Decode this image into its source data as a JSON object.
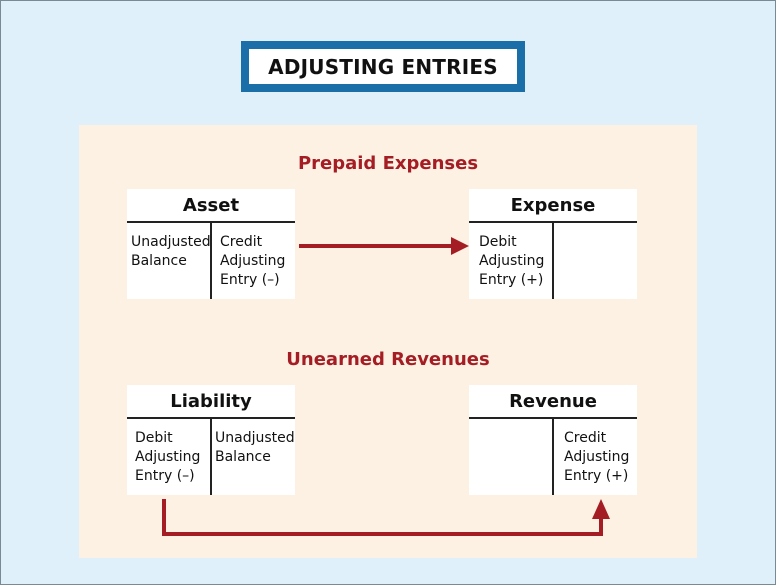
{
  "title": "ADJUSTING ENTRIES",
  "sections": {
    "prepaid": {
      "heading": "Prepaid Expenses",
      "left_account": {
        "name": "Asset",
        "left_cell": [
          "Unadjusted",
          "Balance"
        ],
        "right_cell": [
          "Credit",
          "Adjusting",
          "Entry (–)"
        ]
      },
      "right_account": {
        "name": "Expense",
        "left_cell": [
          "Debit",
          "Adjusting",
          "Entry (+)"
        ],
        "right_cell": []
      }
    },
    "unearned": {
      "heading": "Unearned Revenues",
      "left_account": {
        "name": "Liability",
        "left_cell": [
          "Debit",
          "Adjusting",
          "Entry (–)"
        ],
        "right_cell": [
          "Unadjusted",
          "Balance"
        ]
      },
      "right_account": {
        "name": "Revenue",
        "left_cell": [],
        "right_cell": [
          "Credit",
          "Adjusting",
          "Entry (+)"
        ]
      }
    }
  },
  "colors": {
    "heading": "#a51d24",
    "arrow": "#a51d24",
    "title_border": "#1a6fa8",
    "panel": "#fdf1e3",
    "background": "#dff0fa"
  }
}
